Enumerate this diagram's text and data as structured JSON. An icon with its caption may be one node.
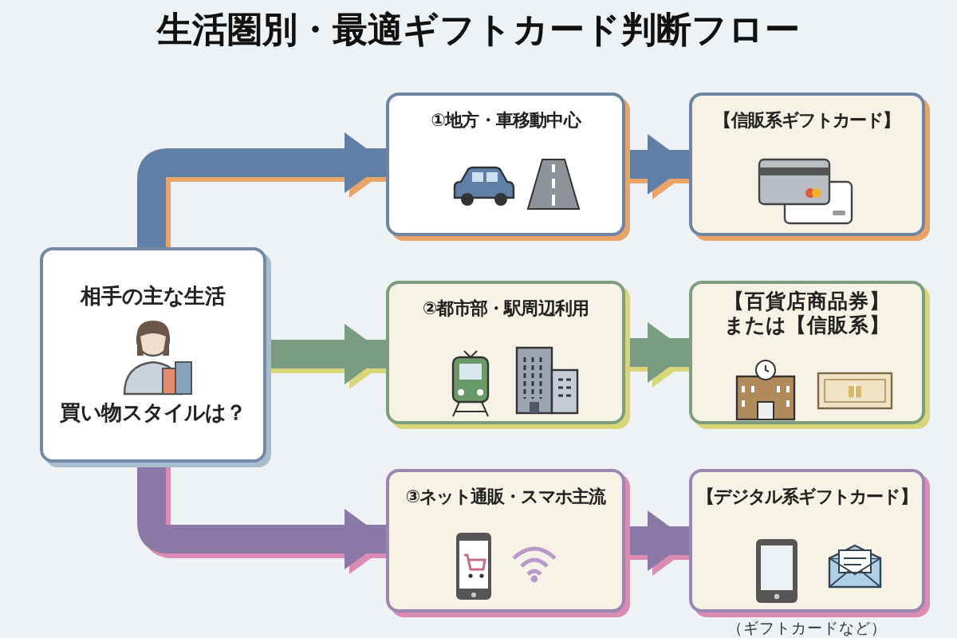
{
  "diagram": {
    "title": "生活圏別・最適ギフトカード判断フロー",
    "nodes": [
      {
        "text": [
          "相手の主な生活",
          "買い物スタイルは？"
        ]
      },
      {
        "text": [
          "①地方・車移動中心"
        ]
      },
      {
        "text": [
          "【信販系ギフトカード】"
        ]
      },
      {
        "text": [
          "②都市部・駅周辺利用"
        ]
      },
      {
        "text": [
          "【百貨店商品券】または【信販系】"
        ]
      },
      {
        "text": [
          "③ネット通販・スマホ主流"
        ]
      },
      {
        "text": [
          "【デジタル系ギフトカード】"
        ],
        "beside": [
          "（ギフトカードなど）"
        ]
      }
    ],
    "edges": [
      {
        "from": 0,
        "to": 1,
        "arrow": "to",
        "color": "#5f7fa6"
      },
      {
        "from": 0,
        "to": 3,
        "arrow": "to",
        "color": "#7a9c82"
      },
      {
        "from": 0,
        "to": 5,
        "arrow": "to",
        "color": "#8a78a6"
      },
      {
        "from": 1,
        "to": 2,
        "arrow": "to",
        "color": "#5f7fa6"
      },
      {
        "from": 3,
        "to": 4,
        "arrow": "to",
        "color": "#7a9c82"
      },
      {
        "from": 5,
        "to": 6,
        "arrow": "to",
        "color": "#8a78a6"
      }
    ]
  }
}
